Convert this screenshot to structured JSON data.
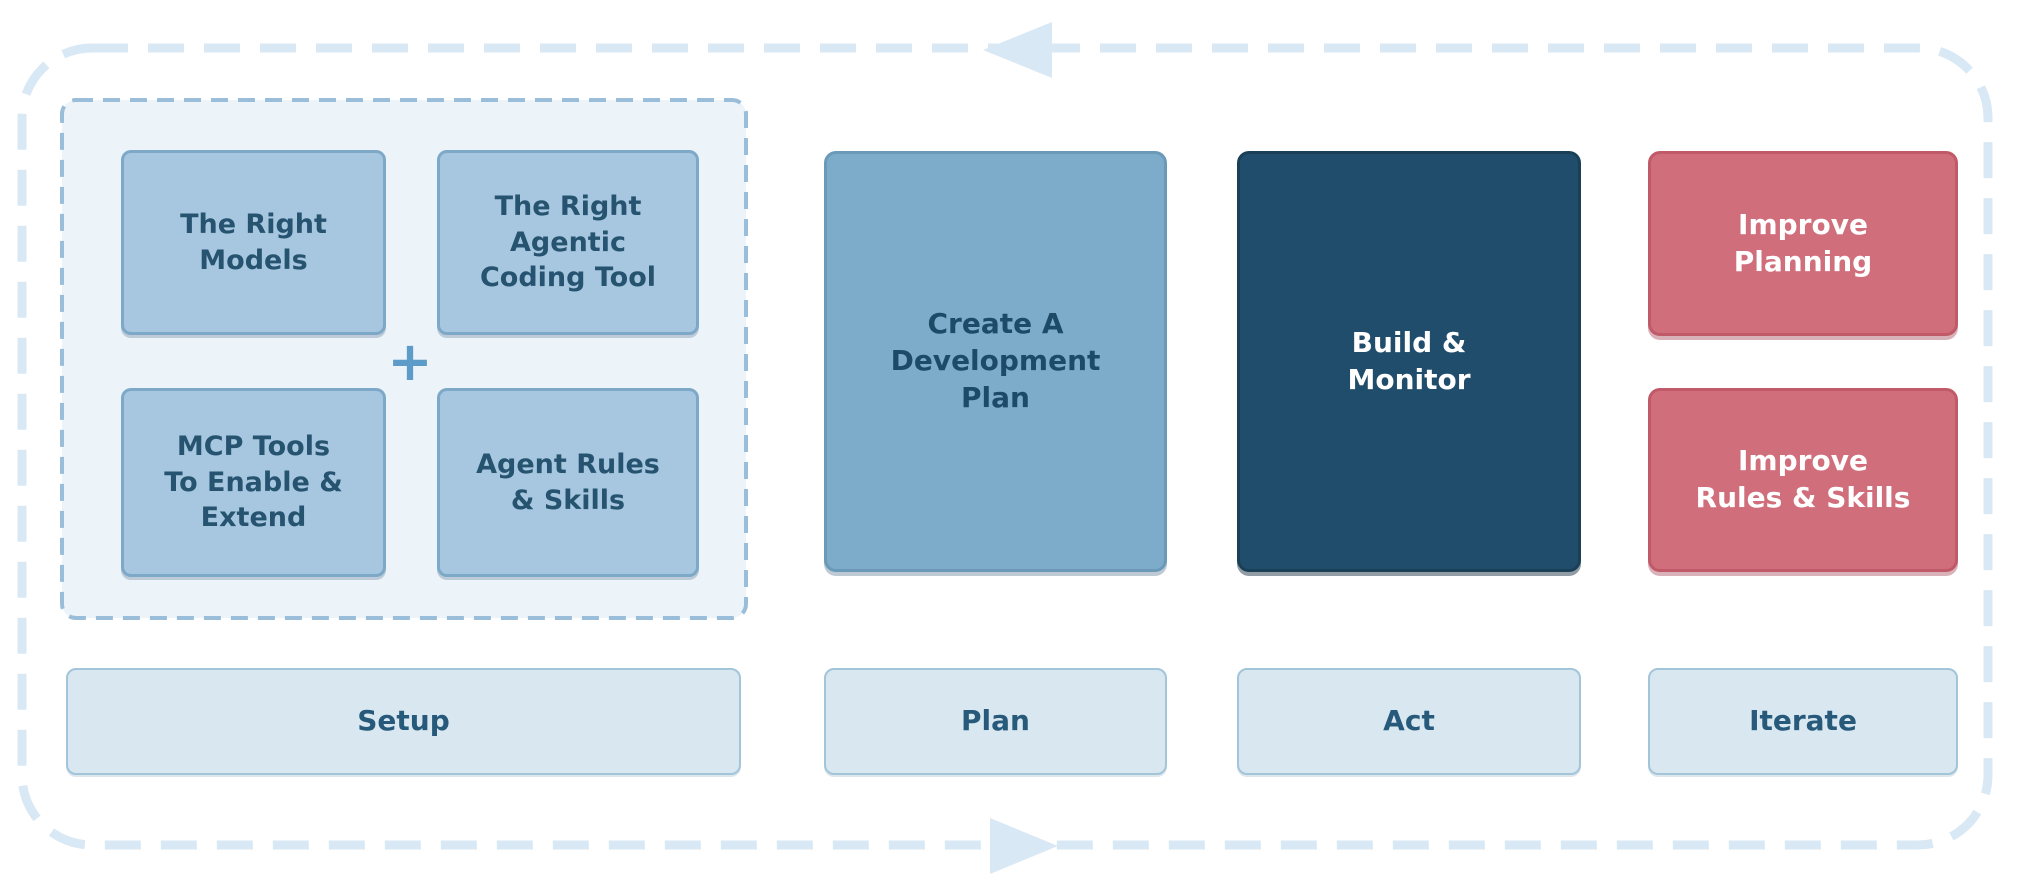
{
  "colors": {
    "canvas_bg": "#ffffff",
    "outer_dash": "#d9e8f5",
    "group_bg": "#ecf3f9",
    "group_border": "#9abed9",
    "chip_bg": "#a6c7df",
    "chip_border": "#7ea8c8",
    "chip_text": "#26536f",
    "plan_bg": "#7dabca",
    "plan_border": "#6b9ab9",
    "plan_text": "#1d4a66",
    "act_bg": "#204d6b",
    "act_border": "#1a4058",
    "act_text": "#ffffff",
    "improve_bg": "#d06e7b",
    "improve_border": "#c05a68",
    "improve_text": "#ffffff",
    "stage_bg": "#d8e7f0",
    "stage_border": "#a2c5da",
    "stage_text": "#27597a",
    "plus": "#5d9bc8"
  },
  "diagram": {
    "setup": {
      "boxes": [
        {
          "label": "The Right\nModels"
        },
        {
          "label": "The Right\nAgentic\nCoding Tool"
        },
        {
          "label": "MCP Tools\nTo Enable &\nExtend"
        },
        {
          "label": "Agent Rules\n& Skills"
        }
      ],
      "plus": "+"
    },
    "plan_box": {
      "label": "Create A\nDevelopment\nPlan"
    },
    "act_box": {
      "label": "Build &\nMonitor"
    },
    "iterate_boxes": [
      {
        "label": "Improve\nPlanning"
      },
      {
        "label": "Improve\nRules & Skills"
      }
    ],
    "stages": [
      {
        "label": "Setup"
      },
      {
        "label": "Plan"
      },
      {
        "label": "Act"
      },
      {
        "label": "Iterate"
      }
    ]
  }
}
